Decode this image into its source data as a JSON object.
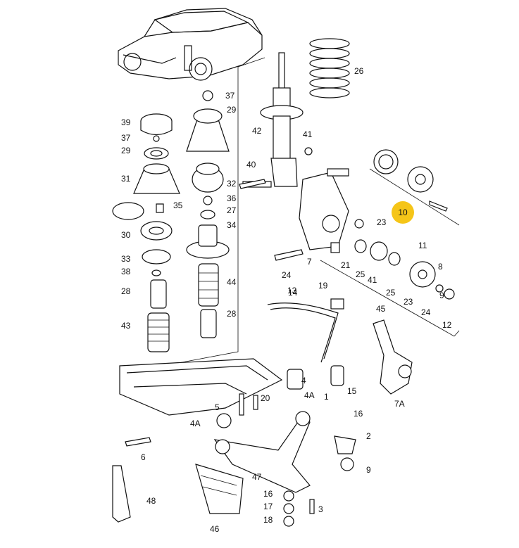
{
  "diagram": {
    "highlight_color": "#f5c518",
    "highlight_label": "10",
    "labels": [
      "37",
      "39",
      "29",
      "37",
      "29",
      "31",
      "32",
      "35",
      "36",
      "30",
      "27",
      "34",
      "33",
      "38",
      "28",
      "44",
      "43",
      "28",
      "26",
      "42",
      "41",
      "40",
      "23",
      "10",
      "24",
      "7",
      "21",
      "25",
      "41",
      "25",
      "11",
      "8",
      "9",
      "19",
      "14",
      "13",
      "23",
      "24",
      "45",
      "12",
      "7A",
      "15",
      "5",
      "20",
      "4",
      "4A",
      "1",
      "16",
      "4A",
      "6",
      "2",
      "9",
      "47",
      "16",
      "17",
      "18",
      "3",
      "46",
      "48"
    ],
    "highlight_color_name": "yellow"
  }
}
